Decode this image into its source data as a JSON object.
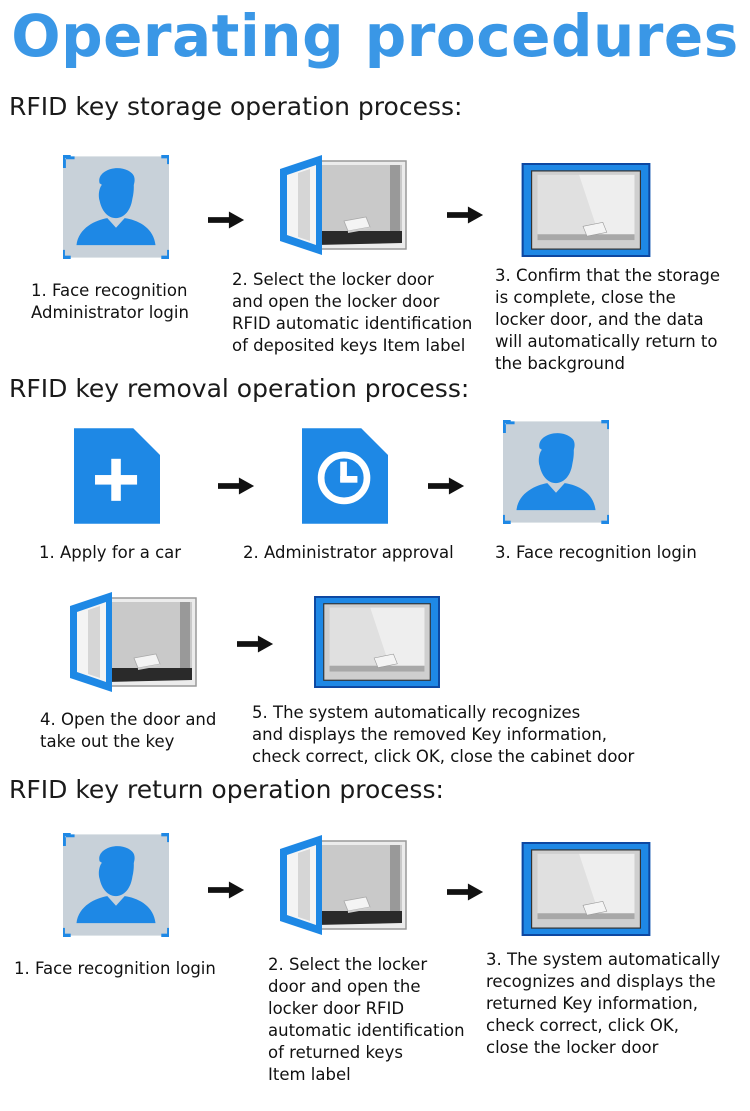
{
  "title": "Operating procedures",
  "sections": {
    "storage": {
      "heading": "RFID key storage operation process:",
      "steps": [
        "1. Face recognition\nAdministrator login",
        "2. Select the locker door\nand open the locker door\nRFID automatic identification\nof deposited keys Item label",
        "3. Confirm that the storage\nis complete, close the\nlocker door, and the data\nwill automatically return to\nthe background"
      ]
    },
    "removal": {
      "heading": "RFID key removal operation process:",
      "steps": [
        "1. Apply for a car",
        "2. Administrator approval",
        "3. Face recognition login",
        "4. Open the door and\ntake out the key",
        "5. The system automatically recognizes\nand displays the removed Key information,\ncheck correct, click OK, close the cabinet door"
      ]
    },
    "return": {
      "heading": "RFID key return operation process:",
      "steps": [
        "1. Face recognition login",
        "2. Select the locker\ndoor and open the\nlocker door RFID\nautomatic identification\nof returned keys\nItem label",
        "3. The system automatically\nrecognizes and displays the\nreturned Key information,\ncheck correct, click OK,\nclose the locker door"
      ]
    }
  },
  "icons": {
    "face": "face-recognition-icon",
    "open_locker": "open-locker-icon",
    "closed_locker": "closed-locker-icon",
    "apply": "add-document-icon",
    "approval": "clock-document-icon",
    "arrow": "right-arrow-icon"
  },
  "colors": {
    "accent": "#3a97e6",
    "icon_blue": "#1e88e5",
    "face_bg": "#c7d0d8"
  }
}
